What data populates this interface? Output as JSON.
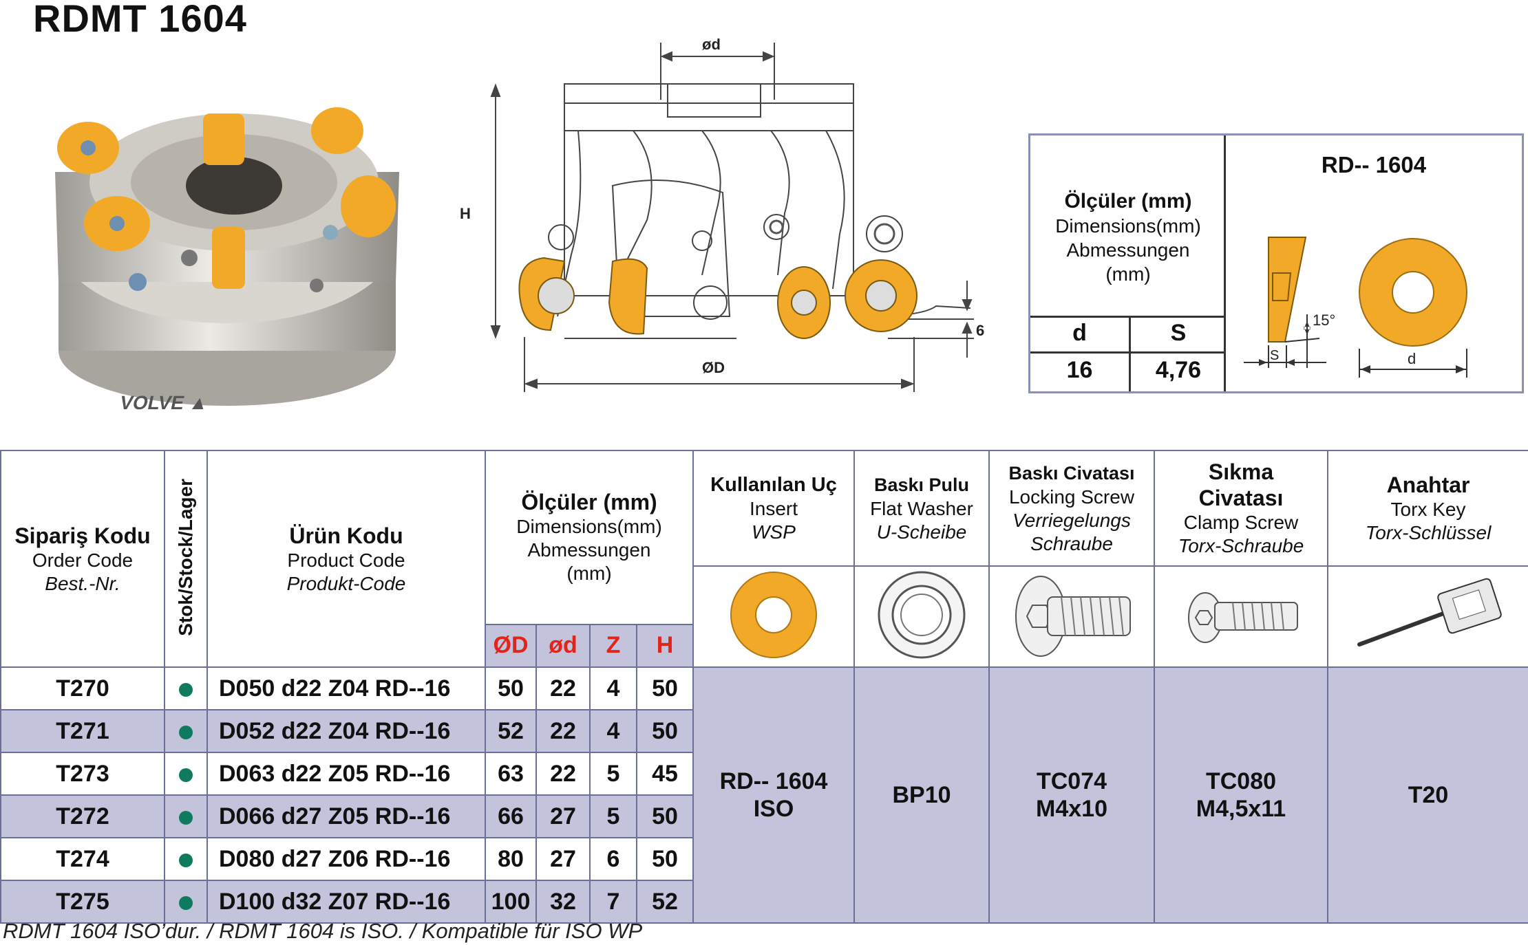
{
  "title": "RDMT 1604",
  "drawing": {
    "label_d": "ød",
    "label_H": "H",
    "label_D": "ØD",
    "label_6": "6"
  },
  "insert_box": {
    "dims_title": "Ölçüler (mm)",
    "dims_en": "Dimensions(mm)",
    "dims_de": "Abmessungen",
    "dims_unit": "(mm)",
    "col_d": "d",
    "col_s": "S",
    "val_d": "16",
    "val_s": "4,76",
    "insert_name": "RD-- 1604",
    "label_S": "S",
    "label_angle": "15°",
    "label_d": "d"
  },
  "table": {
    "order": {
      "tr": "Sipariş Kodu",
      "en": "Order Code",
      "de": "Best.-Nr."
    },
    "stock": "Stok/Stock/Lager",
    "product": {
      "tr": "Ürün Kodu",
      "en": "Product Code",
      "de": "Produkt-Code"
    },
    "dims": {
      "tr": "Ölçüler (mm)",
      "en": "Dimensions(mm)",
      "de": "Abmessungen",
      "unit": "(mm)"
    },
    "dim_cols": [
      "ØD",
      "ød",
      "Z",
      "H"
    ],
    "insert": {
      "tr": "Kullanılan Uç",
      "en": "Insert",
      "de": "WSP"
    },
    "washer": {
      "tr": "Baskı Pulu",
      "en": "Flat Washer",
      "de": "U-Scheibe"
    },
    "lock_screw": {
      "tr": "Baskı Civatası",
      "en": "Locking Screw",
      "de1": "Verriegelungs",
      "de2": "Schraube"
    },
    "clamp_screw": {
      "tr1": "Sıkma",
      "tr2": "Civatası",
      "en": "Clamp Screw",
      "de": "Torx-Schraube"
    },
    "key": {
      "tr": "Anahtar",
      "en": "Torx Key",
      "de": "Torx-Schlüssel"
    },
    "rows": [
      {
        "order": "T270",
        "product": "D050 d22 Z04 RD--16",
        "D": "50",
        "d": "22",
        "Z": "4",
        "H": "50"
      },
      {
        "order": "T271",
        "product": "D052 d22 Z04 RD--16",
        "D": "52",
        "d": "22",
        "Z": "4",
        "H": "50"
      },
      {
        "order": "T273",
        "product": "D063 d22 Z05 RD--16",
        "D": "63",
        "d": "22",
        "Z": "5",
        "H": "45"
      },
      {
        "order": "T272",
        "product": "D066 d27 Z05 RD--16",
        "D": "66",
        "d": "27",
        "Z": "5",
        "H": "50"
      },
      {
        "order": "T274",
        "product": "D080 d27 Z06 RD--16",
        "D": "80",
        "d": "27",
        "Z": "6",
        "H": "50"
      },
      {
        "order": "T275",
        "product": "D100 d32 Z07 RD--16",
        "D": "100",
        "d": "32",
        "Z": "7",
        "H": "52"
      }
    ],
    "merged": {
      "insert_l1": "RD-- 1604",
      "insert_l2": "ISO",
      "washer": "BP10",
      "lock_l1": "TC074",
      "lock_l2": "M4x10",
      "clamp_l1": "TC080",
      "clamp_l2": "M4,5x11",
      "key": "T20"
    }
  },
  "note": "RDMT 1604 ISO’dur. / RDMT 1604 is ISO. / Kompatible für ISO WP",
  "colors": {
    "insert_orange": "#f3a928",
    "shade": "#c3c3dc",
    "border": "#6a6f98",
    "dim_red": "#e0251b",
    "stock_dot": "#0f7a5e"
  }
}
